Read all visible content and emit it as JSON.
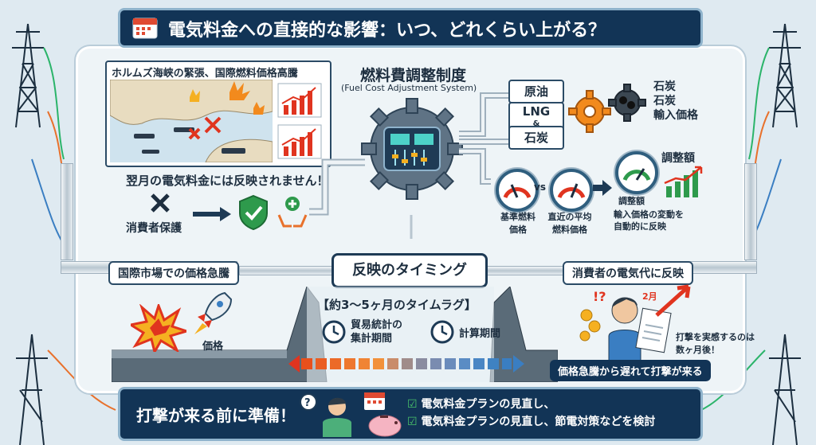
{
  "title": "電気料金への直接的な影響：いつ、どれくらい上がる？",
  "hormuz": {
    "label": "ホルムズ海峡の緊張、国際燃料価格高騰"
  },
  "not_reflected": "翌月の電気料金には反映されません！",
  "consumer_protection": "消費者保護",
  "mechanism": {
    "title": "燃料費調整制度",
    "subtitle": "(Fuel Cost Adjustment System)"
  },
  "fuels": {
    "crude": "原油",
    "lng": "LNG",
    "amp": "&",
    "coal": "石炭"
  },
  "coal_import": {
    "line1": "石炭",
    "line2": "石炭",
    "line3": "輸入価格"
  },
  "gauges": {
    "base": {
      "line1": "基準燃料",
      "line2": "価格"
    },
    "vs": "vs",
    "recent": {
      "line1": "直近の平均",
      "line2": "燃料価格"
    },
    "adjust": "調整額"
  },
  "adjust_amount": "調整額",
  "auto_reflect": {
    "line1": "輸入価格の変動を",
    "line2": "自動的に反映"
  },
  "intl_surge": "国際市場での価格急騰",
  "timing": "反映のタイミング",
  "consumer_bill": "消費者の電気代に反映",
  "time_lag": "【約3〜5ヶ月のタイムラグ】",
  "price": "価格",
  "trade_stats": {
    "line1": "貿易統計の",
    "line2": "集計期間"
  },
  "calc_period": "計算期間",
  "impact_note": {
    "line1": "打撃を実感するのは",
    "line2": "数ヶ月後！"
  },
  "bill_tag": "2月",
  "late_blow": "価格急騰から遅れて打撃が来る",
  "bottom": {
    "headline": "打撃が来る前に準備！",
    "check1": "電気料金プランの見直し、",
    "check2": "電気料金プランの見直し、節電対策などを検討"
  },
  "colors": {
    "navy": "#123456",
    "accent": "#e8501c",
    "green": "#2e9a4c",
    "check": "#49c46a"
  }
}
